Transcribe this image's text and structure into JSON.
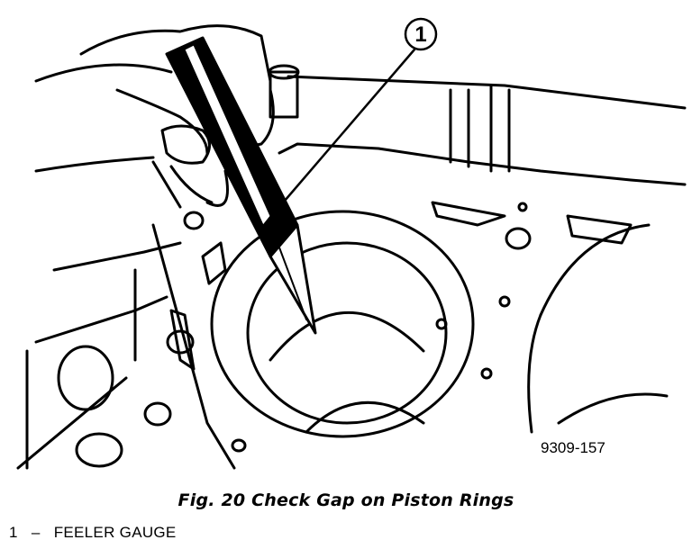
{
  "figure": {
    "callout_number": "1",
    "drawing_code": "9309-157"
  },
  "caption": "Fig. 20 Check Gap on Piston Rings",
  "legend": [
    {
      "number": "1",
      "dash": "–",
      "label": "FEELER GAUGE"
    }
  ]
}
